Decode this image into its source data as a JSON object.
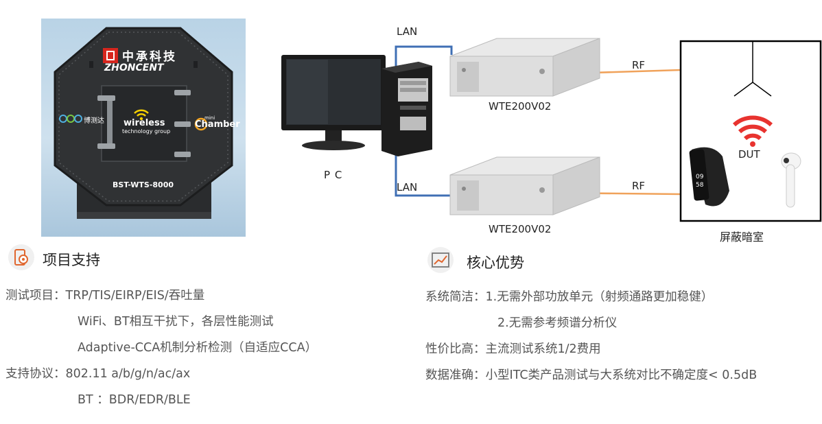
{
  "photo": {
    "brand_cn": "中承科技",
    "brand_en": "ZHONCENT",
    "wireless_title": "wireless",
    "wireless_sub": "technology group",
    "chamber_small": "mini",
    "chamber_main": "Chamber",
    "boce_cn": "博测达",
    "model": "BST-WTS-8000"
  },
  "diagram": {
    "lan_top": "LAN",
    "lan_bottom": "LAN",
    "pc": "P C",
    "instrument_top": "WTE200V02",
    "instrument_bottom": "WTE200V02",
    "rf_top": "RF",
    "rf_bottom": "RF",
    "dut": "DUT",
    "shield_room": "屏蔽暗室",
    "band_time_1": "09",
    "band_time_2": "58",
    "colors": {
      "cable_lan": "#3f6fb4",
      "cable_rf": "#f0a25a",
      "wifi_red": "#e8332f"
    }
  },
  "left": {
    "title": "项目支持",
    "lines": [
      "测试项目：TRP/TIS/EIRP/EIS/吞吐量",
      "WiFi、BT相互干扰下，各层性能测试",
      "Adaptive-CCA机制分析检测（自适应CCA）",
      "支持协议：802.11 a/b/g/n/ac/ax",
      "BT ：BDR/EDR/BLE"
    ]
  },
  "right": {
    "title": "核心优势",
    "lines": [
      "系统简洁：1.无需外部功放单元（射频通路更加稳健）",
      "2.无需参考频谱分析仪",
      "性价比高：主流测试系统1/2费用",
      "数据准确：小型ITC类产品测试与大系统对比不确定度< 0.5dB"
    ]
  },
  "icons": {
    "left": "phone-gear-icon",
    "right": "trend-chart-icon"
  }
}
